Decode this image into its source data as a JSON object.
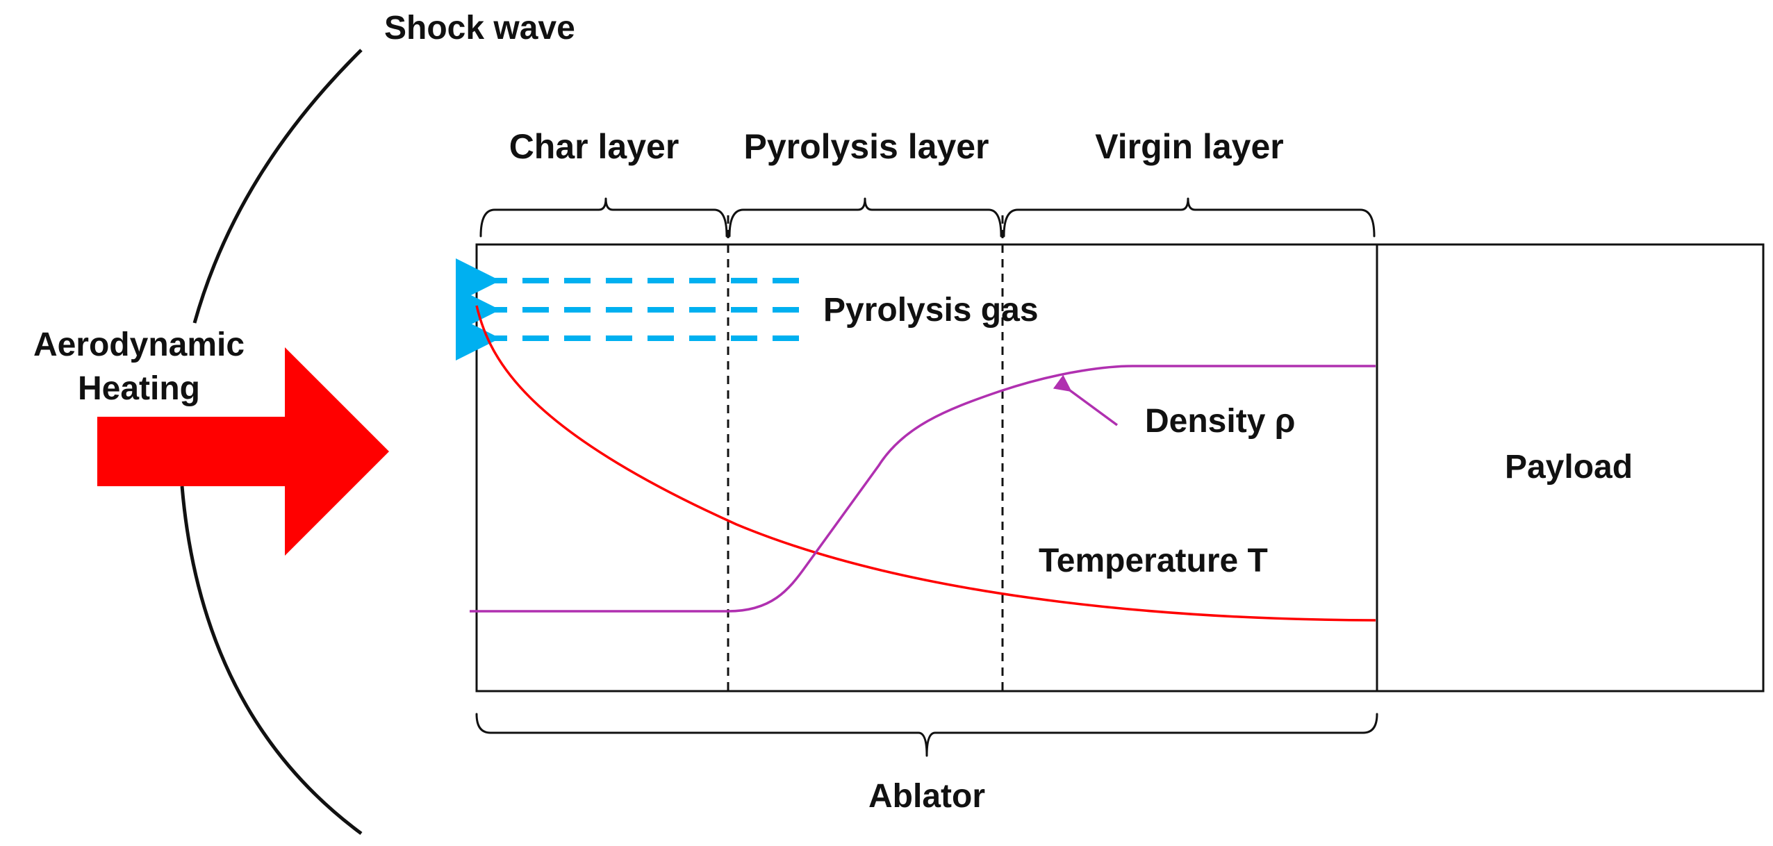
{
  "labels": {
    "shock_wave": "Shock wave",
    "aerodynamic_heating_line1": "Aerodynamic",
    "aerodynamic_heating_line2": "Heating",
    "char_layer": "Char layer",
    "pyrolysis_layer": "Pyrolysis layer",
    "virgin_layer": "Virgin layer",
    "pyrolysis_gas": "Pyrolysis gas",
    "density": "Density ρ",
    "temperature": "Temperature T",
    "payload": "Payload",
    "ablator": "Ablator"
  },
  "colors": {
    "heating_arrow": "#ff0000",
    "temperature_curve": "#ff0000",
    "density_curve": "#b030b0",
    "gas_arrows": "#00b0f0",
    "outline": "#111111"
  }
}
